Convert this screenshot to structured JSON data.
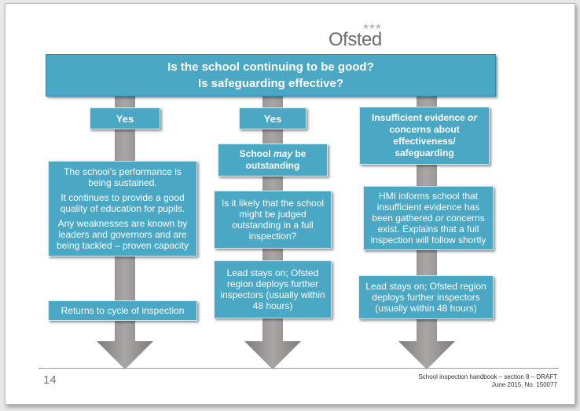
{
  "logo": {
    "stars": "★★★",
    "text": "Ofsted"
  },
  "header": {
    "line1": "Is the school continuing to be good?",
    "line2": "Is safeguarding effective?"
  },
  "col1": {
    "decision": "Yes",
    "outcome_p1": "The school’s performance is being sustained.",
    "outcome_p2": "It continues to provide a good quality of education for pupils.",
    "outcome_p3": "Any weaknesses are known by leaders and governors and are being tackled – proven capacity",
    "final": "Returns to cycle of inspection"
  },
  "col2": {
    "decision": "Yes",
    "may_pre": "School ",
    "may_em": "may",
    "may_post": " be outstanding",
    "question": "Is it likely that the school might be judged outstanding in a full inspection?",
    "final": "Lead stays on; Ofsted region deploys further inspectors (usually within 48 hours)"
  },
  "col3": {
    "decision_pre": "Insufficient evidence ",
    "decision_em": "or",
    "decision_post": " concerns about effectiveness/ safeguarding",
    "inform_pre": "HMI informs school that insufficient evidence has been gathered ",
    "inform_em": "or",
    "inform_post": " concerns exist. Explains that a full inspection will follow shortly",
    "final": "Lead stays on; Ofsted region deploys further inspectors (usually within 48 hours)"
  },
  "footer": {
    "page_number": "14",
    "line1": "School inspection handbook – section 8 – DRAFT",
    "line2": "June 2015, No. 150077"
  },
  "colors": {
    "box": "#4aa8c4",
    "arrow": "#9a9696",
    "text": "#ffffff"
  }
}
